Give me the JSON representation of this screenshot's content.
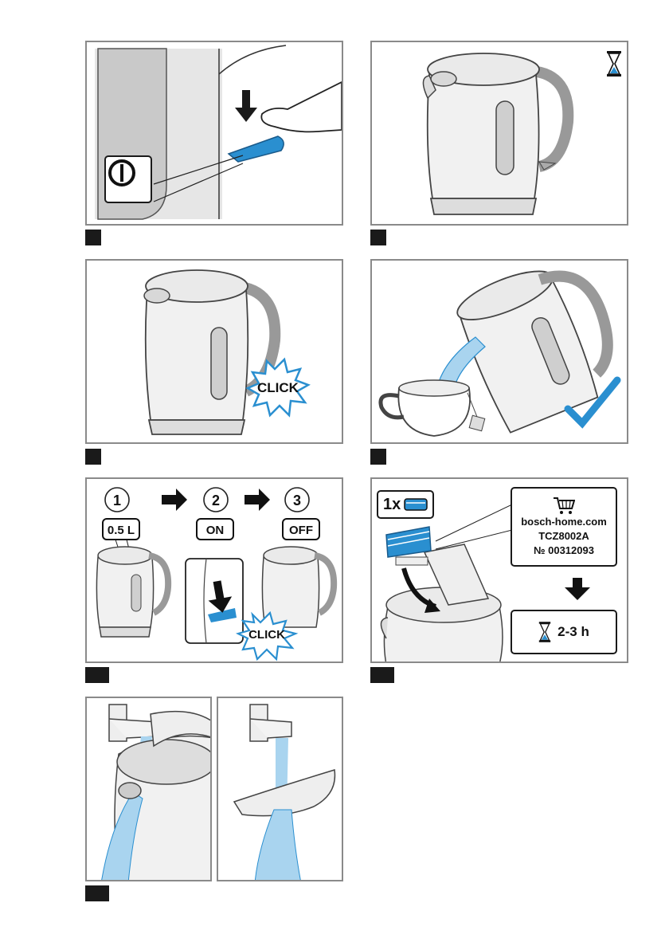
{
  "colors": {
    "accent": "#2a8fd0",
    "water": "#a9d4ef",
    "frame": "#8a8a8a",
    "marker": "#1a1a1a"
  },
  "panel_click": {
    "click_text": "CLICK"
  },
  "panel_sequence": {
    "steps": [
      "1",
      "2",
      "3"
    ],
    "labels": [
      "0.5 L",
      "ON",
      "OFF"
    ],
    "click_text": "CLICK"
  },
  "panel_descale": {
    "quantity": "1x",
    "shop": "bosch-home.com",
    "product": "TCZ8002A",
    "number": "№ 00312093",
    "duration": "2-3 h"
  },
  "icons": [
    "power-icon",
    "hourglass-icon",
    "cart-icon",
    "checkmark-icon",
    "arrow-down-icon",
    "arrow-right-icon"
  ]
}
